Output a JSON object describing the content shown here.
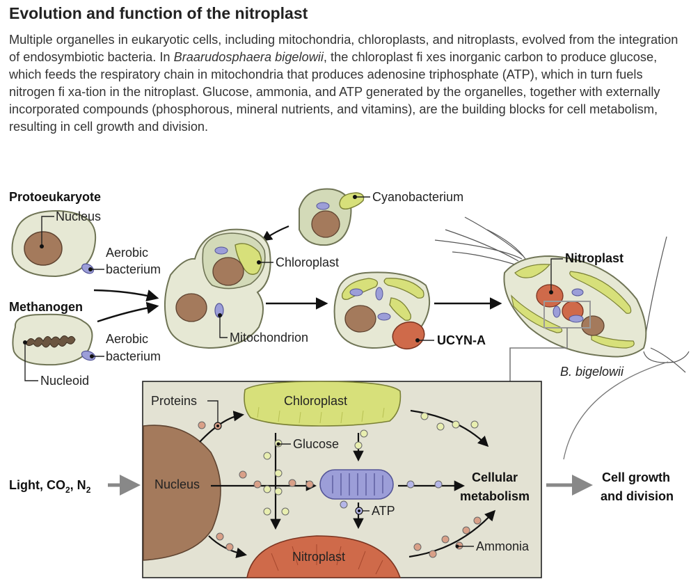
{
  "title": "Evolution and function of the nitroplast",
  "caption": {
    "part1": "Multiple organelles in eukaryotic cells, including mitochondria, chloroplasts, and nitroplasts, evolved from the integration of endosymbiotic bacteria. In ",
    "species": "Braarudosphaera bigelowii",
    "part2": ", the chloroplast fi xes inorganic carbon to produce glucose, which feeds the respiratory chain in mitochondria that produces adenosine triphosphate (ATP), which in turn fuels nitrogen fi xa-tion in the nitroplast. Glucose, ammonia, and ATP generated by the organelles, together with externally incorporated compounds (phosphorous, mineral nutrients, and vitamins), are the building blocks for cell metabolism, resulting in cell growth and division."
  },
  "evolution": {
    "protoeukaryote": "Protoeukaryote",
    "nucleus": "Nucleus",
    "aerobic_bacterium_1": [
      "Aerobic",
      "bacterium"
    ],
    "methanogen": "Methanogen",
    "aerobic_bacterium_2": [
      "Aerobic",
      "bacterium"
    ],
    "nucleoid": "Nucleoid",
    "cyanobacterium": "Cyanobacterium",
    "chloroplast": "Chloroplast",
    "mitochondrion": "Mitochondrion",
    "ucyn_a": "UCYN-A",
    "nitroplast": "Nitroplast",
    "species": "B. bigelowii"
  },
  "function": {
    "proteins": "Proteins",
    "chloroplast": "Chloroplast",
    "glucose": "Glucose",
    "nucleus": "Nucleus",
    "atp": "ATP",
    "nitroplast": "Nitroplast",
    "ammonia": "Ammonia",
    "cellular_metabolism": [
      "Cellular",
      "metabolism"
    ],
    "inputs_main": "Light, CO",
    "inputs_sub1": "2",
    "inputs_mid": ", N",
    "inputs_sub2": "2",
    "outputs": [
      "Cell growth",
      "and division"
    ]
  },
  "colors": {
    "cell_fill": "#e6e8d4",
    "cell_stroke": "#6f7455",
    "nucleus": "#a47a5c",
    "chloroplast": "#d7e07a",
    "mitochondrion": "#9c9ed8",
    "nitroplast": "#cf6a4a",
    "panel": "#e3e2d3",
    "glucose_dot": "#e8eeb0",
    "protein_dot": "#d9a088",
    "atp_dot": "#b5b6e8"
  }
}
